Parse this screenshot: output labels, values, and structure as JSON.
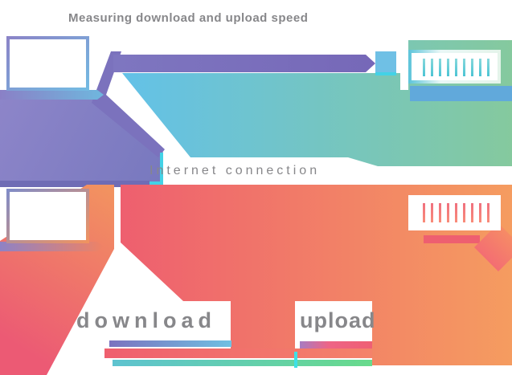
{
  "illustration": {
    "title": "Measuring download and upload speed",
    "connection_label": "Internet connection",
    "download_label": "download",
    "upload_label": "upload",
    "colors": {
      "text_gray": "#87878a",
      "purple": "#7b72bd",
      "purple_fan_light": "#8d85c9",
      "cyan": "#63c1e8",
      "green": "#85c99e",
      "bright_cyan_tick": "#43d2e6",
      "blue_strip": "#61a9db",
      "red": "#ee5f6f",
      "orange": "#f59c60",
      "server_bar_cyan": "#52c3d4",
      "server_bar_coral": "#f0707e",
      "underline_download_start": "#7b72bf",
      "underline_download_end": "#6fc0e2",
      "underline_upload_start": "#a87cc2",
      "underline_upload_end": "#ef5f73",
      "teal_band_start": "#5ec3d0",
      "teal_band_end": "#68da8c"
    }
  }
}
